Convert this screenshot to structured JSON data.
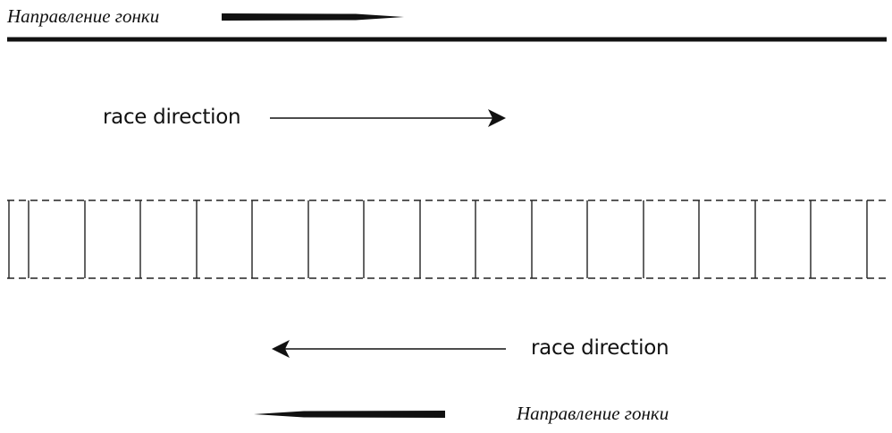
{
  "labels": {
    "top_russian": "Направление гонки",
    "upper_english": "race direction",
    "lower_english": "race direction",
    "bottom_russian": "Направление гонки"
  },
  "colors": {
    "ink": "#111111",
    "background": "#ffffff"
  }
}
